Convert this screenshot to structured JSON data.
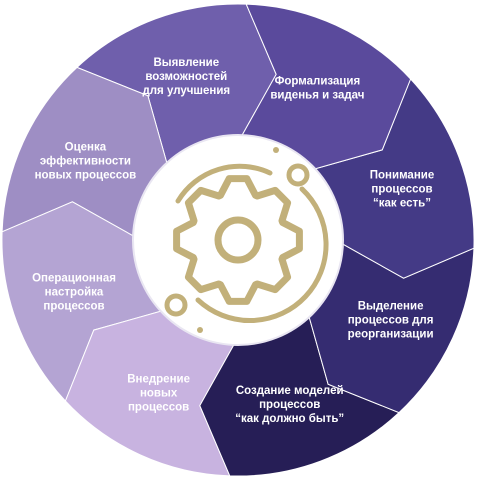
{
  "center_icon": "gear-icon",
  "colors": {
    "center_bg": "#ffffff",
    "gear": "#c2b07a"
  },
  "steps": [
    {
      "id": "formalization",
      "lines": [
        "Формализация",
        "виденья и задач"
      ],
      "color": "#5a4a9c"
    },
    {
      "id": "understanding",
      "lines": [
        "Понимание",
        "процессов",
        "“как есть”"
      ],
      "color": "#443a86"
    },
    {
      "id": "selection",
      "lines": [
        "Выделение",
        "процессов для",
        "реорганизации"
      ],
      "color": "#352c71"
    },
    {
      "id": "modeling",
      "lines": [
        "Создание моделей",
        "процессов",
        "“как должно быть”"
      ],
      "color": "#261e56"
    },
    {
      "id": "implementation",
      "lines": [
        "Внедрение",
        "новых",
        "процессов"
      ],
      "color": "#c8b3e0"
    },
    {
      "id": "tuning",
      "lines": [
        "Операционная",
        "настройка",
        "процессов"
      ],
      "color": "#b4a4d3"
    },
    {
      "id": "evaluation",
      "lines": [
        "Оценка",
        "эффективности",
        "новых процессов"
      ],
      "color": "#9e8ec4"
    },
    {
      "id": "opportunities",
      "lines": [
        "Выявление",
        "возможностей",
        "для улучшения"
      ],
      "color": "#6f5fac"
    }
  ]
}
